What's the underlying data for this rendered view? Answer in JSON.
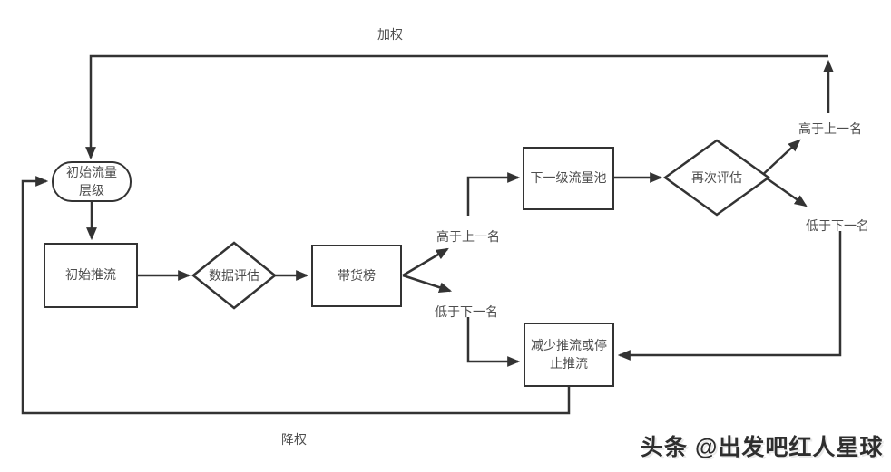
{
  "colors": {
    "line": "#333333",
    "text": "#4d4d4d",
    "bg": "#ffffff",
    "watermark": "#2e2e2e"
  },
  "nodes": {
    "initial_pool": {
      "lines": [
        "初始流量",
        "层级"
      ]
    },
    "initial_push": {
      "label": "初始推流"
    },
    "data_eval": {
      "label": "数据评估"
    },
    "sales_rank": {
      "label": "带货榜"
    },
    "next_pool": {
      "label": "下一级流量池"
    },
    "re_eval": {
      "label": "再次评估"
    },
    "reduce_push": {
      "lines": [
        "减少推流或停",
        "止推流"
      ]
    }
  },
  "edge_labels": {
    "weight_up": "加权",
    "weight_down": "降权",
    "rank_higher_left": "高于上一名",
    "rank_lower_left": "低于下一名",
    "rank_higher_right": "高于上一名",
    "rank_lower_right": "低于下一名"
  },
  "watermark": "头条 @出发吧红人星球"
}
